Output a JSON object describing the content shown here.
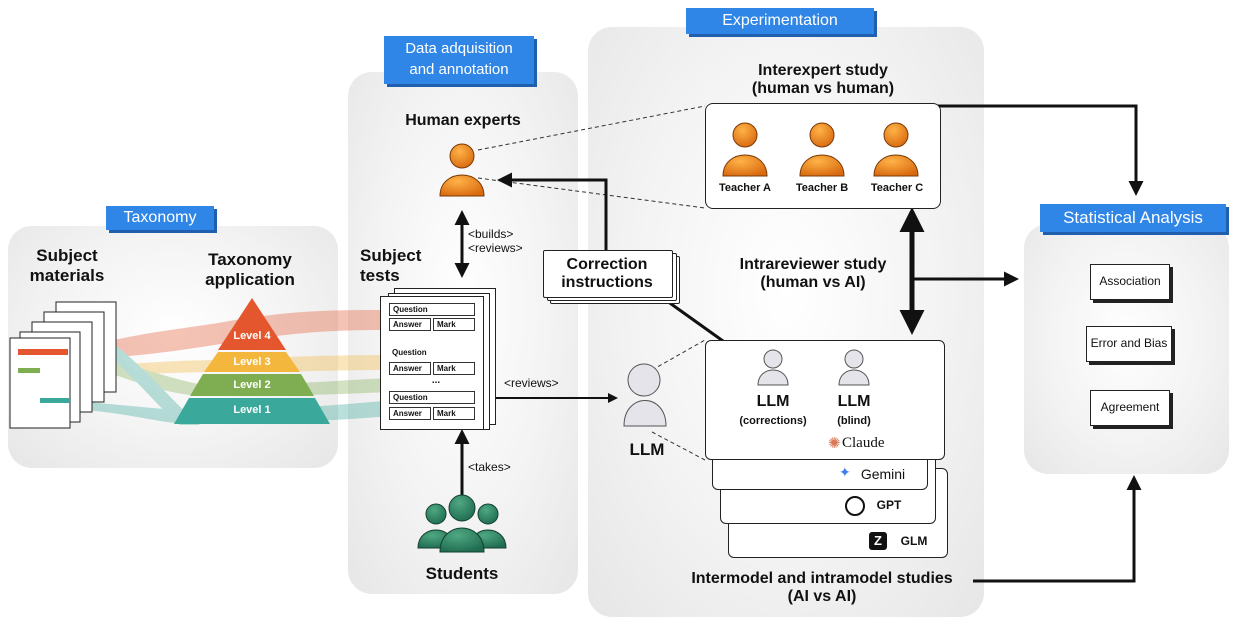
{
  "sections": {
    "taxonomy": "Taxonomy",
    "data": "Data adquisition\nand annotation",
    "experimentation": "Experimentation",
    "statistical": "Statistical Analysis"
  },
  "taxonomy": {
    "subject_materials": "Subject\nmaterials",
    "taxonomy_application": "Taxonomy\napplication",
    "levels": [
      "Level 4",
      "Level 3",
      "Level 2",
      "Level 1"
    ],
    "level_colors": [
      "#e4572e",
      "#f2b73c",
      "#7fae52",
      "#3aa89b"
    ]
  },
  "data": {
    "human_experts": "Human experts",
    "subject_tests": "Subject\ntests",
    "builds_reviews": "<builds>\n<reviews>",
    "takes": "<takes>",
    "students": "Students",
    "question": "Question",
    "answer": "Answer",
    "mark": "Mark",
    "ellipsis": "..."
  },
  "experimentation": {
    "interexpert": "Interexpert study\n(human vs human)",
    "teachers": [
      "Teacher A",
      "Teacher B",
      "Teacher C"
    ],
    "correction_instructions": "Correction\ninstructions",
    "intrareviewer": "Intrareviewer study\n(human vs AI)",
    "reviews": "<reviews>",
    "llm": "LLM",
    "llm_corrections": "LLM",
    "llm_corrections_sub": "(corrections)",
    "llm_blind": "LLM",
    "llm_blind_sub": "(blind)",
    "models": [
      "Claude",
      "Gemini",
      "GPT",
      "GLM"
    ],
    "intermodel": "Intermodel and intramodel studies\n(AI vs AI)"
  },
  "statistical": {
    "items": [
      "Association",
      "Error and Bias",
      "Agreement"
    ]
  }
}
